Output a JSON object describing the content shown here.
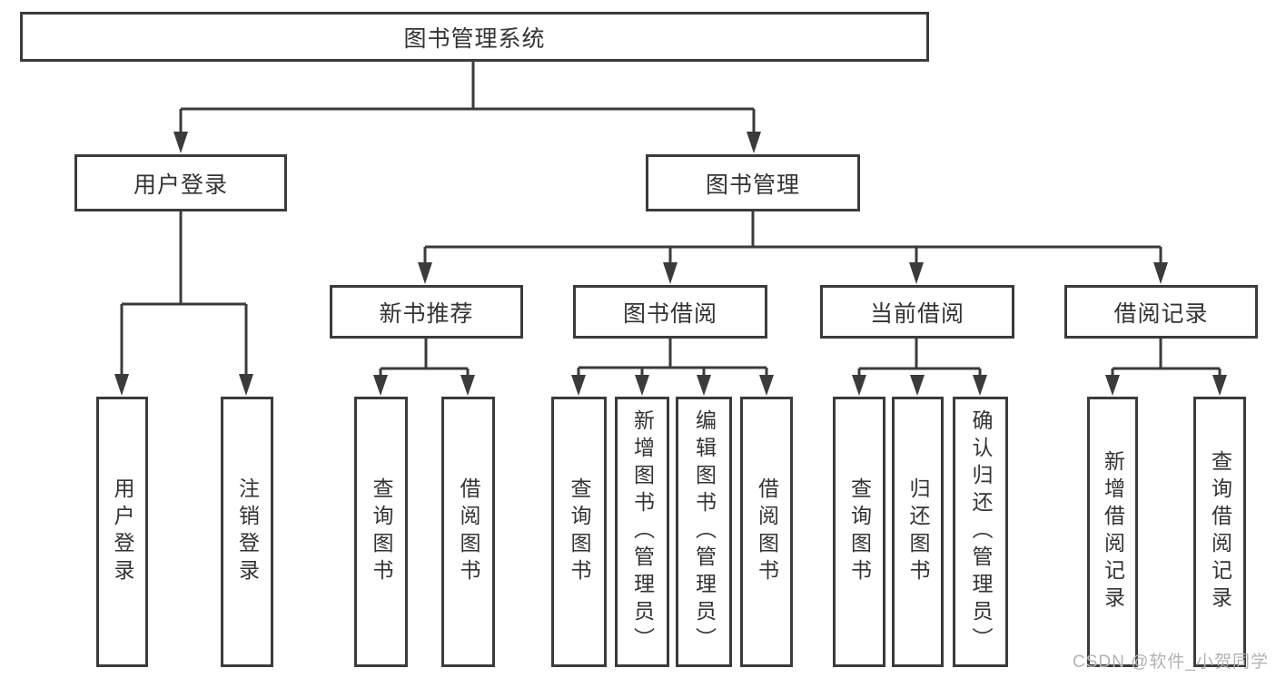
{
  "tree": {
    "label": "图书管理系统",
    "children": [
      {
        "label": "用户登录",
        "children": [
          {
            "label": "用户登录"
          },
          {
            "label": "注销登录"
          }
        ]
      },
      {
        "label": "图书管理",
        "children": [
          {
            "label": "新书推荐",
            "children": [
              {
                "label": "查询图书"
              },
              {
                "label": "借阅图书"
              }
            ]
          },
          {
            "label": "图书借阅",
            "children": [
              {
                "label": "查询图书"
              },
              {
                "label": "新增图书（管理员）"
              },
              {
                "label": "编辑图书（管理员）"
              },
              {
                "label": "借阅图书"
              }
            ]
          },
          {
            "label": "当前借阅",
            "children": [
              {
                "label": "查询图书"
              },
              {
                "label": "归还图书"
              },
              {
                "label": "确认归还（管理员）"
              }
            ]
          },
          {
            "label": "借阅记录",
            "children": [
              {
                "label": "新增借阅记录"
              },
              {
                "label": "查询借阅记录"
              }
            ]
          }
        ]
      }
    ]
  },
  "watermark": {
    "text": "CSDN @软件_小贺同学"
  },
  "colors": {
    "line": "#3b3b3b",
    "text": "#333333",
    "box_background": "#ffffff",
    "watermark": "#b3b3b3",
    "background": "#ffffff"
  }
}
